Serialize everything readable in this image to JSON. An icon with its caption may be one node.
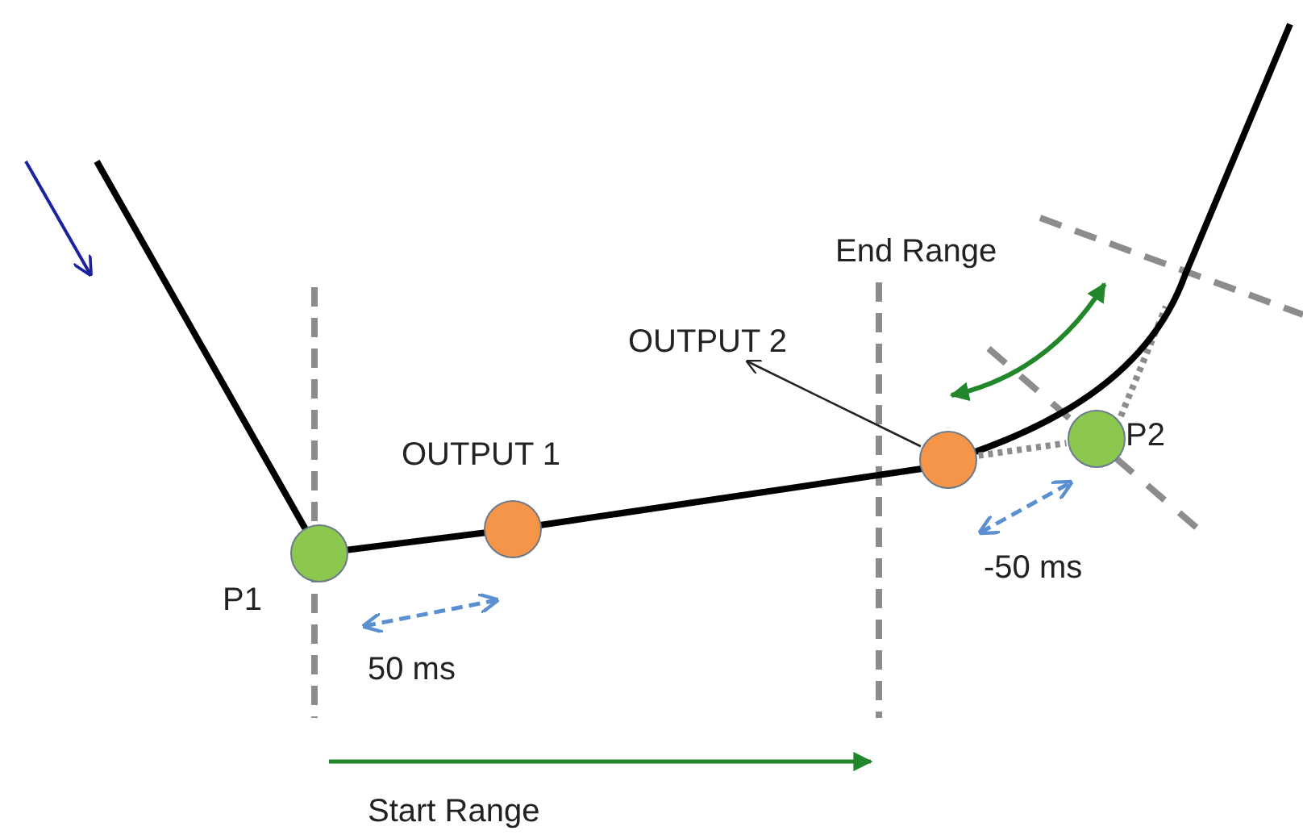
{
  "diagram": {
    "nodes": [
      {
        "text": [],
        "shape": "circle",
        "beside": [
          "P1"
        ]
      },
      {
        "text": [],
        "shape": "circle",
        "beside": [
          "OUTPUT 1"
        ]
      },
      {
        "text": [
          "OUTPUT 2"
        ]
      },
      {
        "text": [],
        "shape": "circle"
      },
      {
        "text": [],
        "shape": "circle",
        "beside": [
          "P2"
        ]
      }
    ],
    "edges": [
      {
        "from": 3,
        "to": 2,
        "arrow": "to"
      },
      {
        "from": 3,
        "to": 4,
        "arrow": "none",
        "style": "dashed",
        "color": "#8c8c8c"
      }
    ],
    "labels": [
      "End Range",
      "-50 ms",
      "50 ms",
      "Start Range"
    ]
  }
}
